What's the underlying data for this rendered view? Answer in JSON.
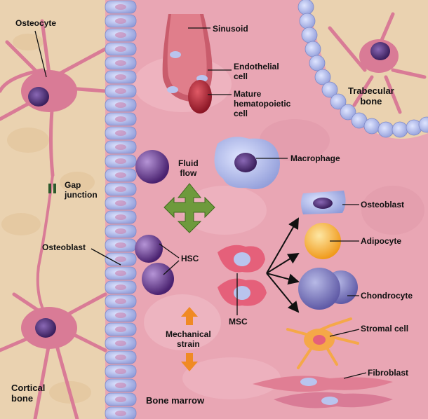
{
  "labels": {
    "osteocyte": "Osteocyte",
    "gap_junction": [
      "Gap",
      "junction"
    ],
    "osteoblast_left": "Osteoblast",
    "cortical_bone": [
      "Cortical",
      "bone"
    ],
    "sinusoid": "Sinusoid",
    "endothelial_cell": [
      "Endothelial",
      "cell"
    ],
    "mature_hematopoietic_cell": [
      "Mature",
      "hematopoietic",
      "cell"
    ],
    "trabecular_bone": [
      "Trabecular",
      "bone"
    ],
    "fluid_flow": [
      "Fluid",
      "flow"
    ],
    "macrophage": "Macrophage",
    "hsc": "HSC",
    "msc": "MSC",
    "mechanical_strain": [
      "Mechanical",
      "strain"
    ],
    "bone_marrow": "Bone marrow",
    "osteoblast_right": "Osteoblast",
    "adipocyte": "Adipocyte",
    "chondrocyte": "Chondrocyte",
    "stromal_cell": "Stromal cell",
    "fibroblast": "Fibroblast"
  },
  "colors": {
    "marrow": "#e9a6b4",
    "bone": "#ead2b0",
    "bone_cell": "#d97b96",
    "lining_cell": "#b9c4ee",
    "nucleus": "#4b2a6e",
    "hsc": "#6f3f9c",
    "rbc": "#b0283a",
    "adipocyte": "#f6b234",
    "fluid_arrow": "#6e9a3c",
    "strain_arrow": "#f08a24"
  }
}
